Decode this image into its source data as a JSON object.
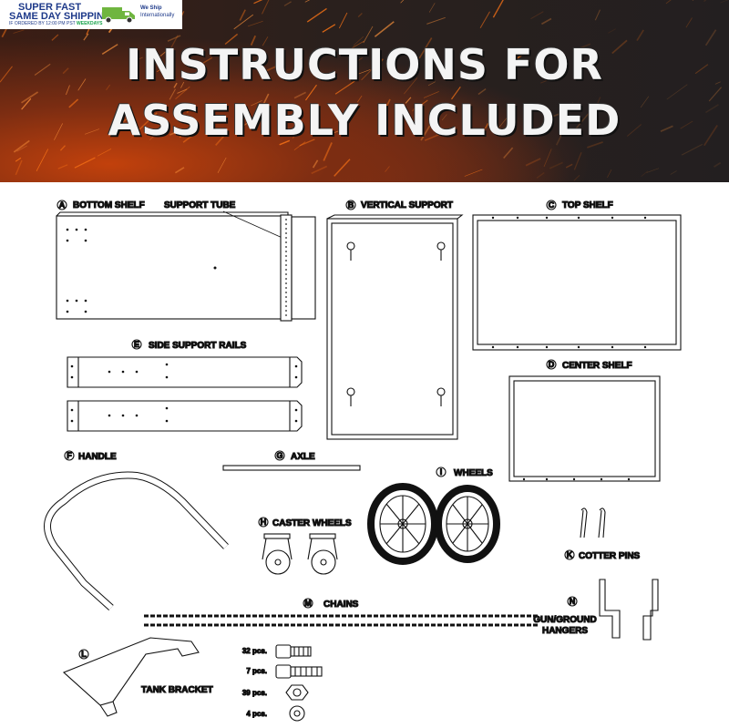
{
  "banner": {
    "headline_line1": "INSTRUCTIONS FOR",
    "headline_line2": "ASSEMBLY INCLUDED"
  },
  "shipping_badge": {
    "line1": "SUPER FAST",
    "line2": "SAME DAY SHIPPING",
    "note_prefix": "IF ORDERED BY 12:00 PM PST",
    "note_highlight": "WEEKDAYS",
    "intl_line1": "We Ship",
    "intl_line2": "Internationally"
  },
  "parts": {
    "a": {
      "letter": "A",
      "name": "BOTTOM SHELF"
    },
    "support_tube": "SUPPORT TUBE",
    "b": {
      "letter": "B",
      "name": "VERTICAL SUPPORT"
    },
    "c": {
      "letter": "C",
      "name": "TOP SHELF"
    },
    "d": {
      "letter": "D",
      "name": "CENTER SHELF"
    },
    "e": {
      "letter": "E",
      "name": "SIDE SUPPORT RAILS"
    },
    "f": {
      "letter": "F",
      "name": "HANDLE"
    },
    "g": {
      "letter": "G",
      "name": "AXLE"
    },
    "h": {
      "letter": "H",
      "name": "CASTER WHEELS"
    },
    "i": {
      "letter": "I",
      "name": "WHEELS"
    },
    "k": {
      "letter": "K",
      "name": "COTTER PINS"
    },
    "l": {
      "letter": "L",
      "name": "TANK BRACKET"
    },
    "m": {
      "letter": "M",
      "name": "CHAINS"
    },
    "n": {
      "letter": "N",
      "name_line1": "GUN/GROUND",
      "name_line2": "HANGERS"
    }
  },
  "hardware": [
    {
      "qty": "32 pcs."
    },
    {
      "qty": "7 pcs."
    },
    {
      "qty": "39 pcs."
    },
    {
      "qty": "4 pcs."
    }
  ],
  "colors": {
    "banner_text": "#f4f4f4",
    "badge_text": "#1e3a8a",
    "badge_accent": "#16a34a",
    "line_art": "#111111"
  }
}
